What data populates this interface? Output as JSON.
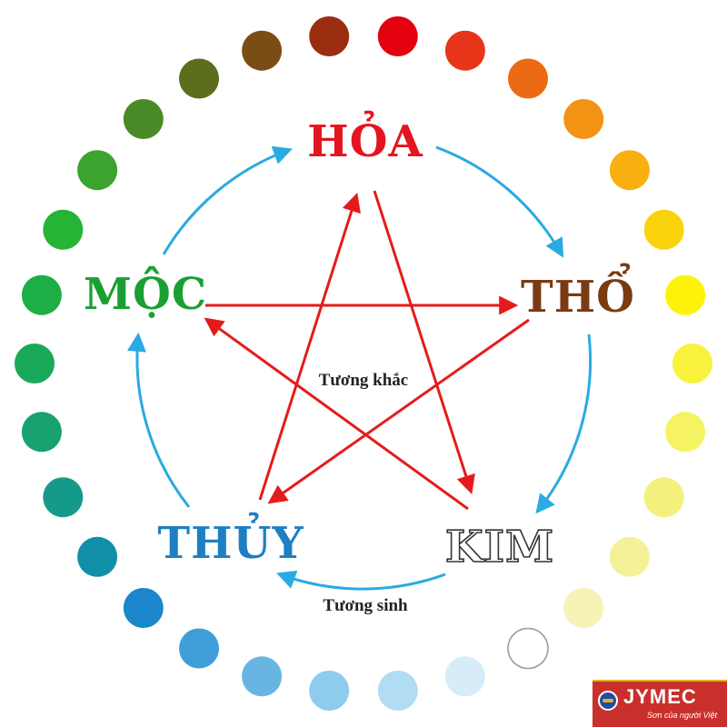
{
  "colors": {
    "hoa": "#e3151f",
    "tho": "#7a3b12",
    "kim_fill": "#ffffff",
    "kim_stroke": "#333333",
    "thuy": "#1e7fc4",
    "moc": "#1aa032",
    "sinh_arrow": "#29aae2",
    "khac_arrow": "#e51b1b"
  },
  "elements": {
    "hoa": "HỎA",
    "tho": "THỔ",
    "kim": "KIM",
    "thuy": "THỦY",
    "moc": "MỘC"
  },
  "captions": {
    "khac": "Tương khắc",
    "sinh": "Tương sinh"
  },
  "color_wheel": [
    "#e3000f",
    "#e8351a",
    "#ec6a13",
    "#f39314",
    "#f7b010",
    "#fbd30c",
    "#fdf20a",
    "#f8f23e",
    "#f6f362",
    "#f3f07e",
    "#f5f199",
    "#f7f2b5",
    "#ffffff",
    "#d6ecf9",
    "#b2dcf3",
    "#8ecbec",
    "#68b5e3",
    "#3f9ed8",
    "#1b86cc",
    "#118fa8",
    "#159a8a",
    "#17a270",
    "#1aa85a",
    "#1daf45",
    "#27b333",
    "#3aa42e",
    "#4a8a26",
    "#5c6d1c",
    "#7a4d14",
    "#9a2d10"
  ],
  "logo": {
    "brand": "JYMEC",
    "tagline": "Sơn của người Việt"
  }
}
